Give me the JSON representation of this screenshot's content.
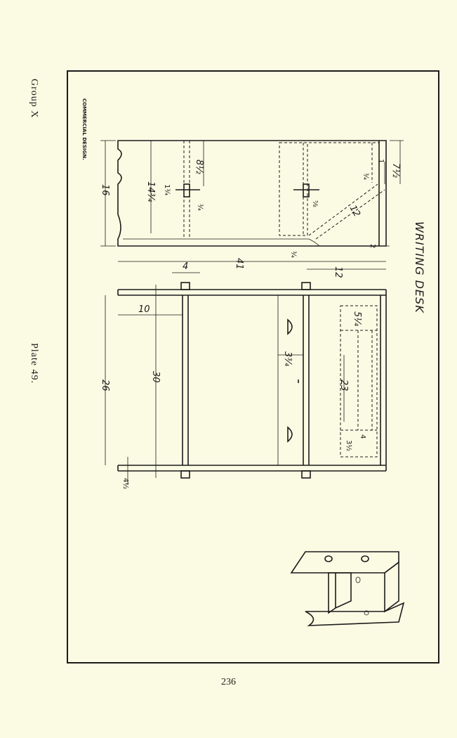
{
  "side_labels": {
    "group": "Group X",
    "plate": "Plate 49."
  },
  "page_number": "236",
  "plate": {
    "title": "WRITING DESK",
    "credit": "COMMERCIAL DESIGN.",
    "dimensions": {
      "length": "41",
      "end_depth": "12",
      "height": "16",
      "height_inner": "14¾",
      "top_width": "26",
      "shelf_width": "30",
      "end_offset": "10",
      "peg_spacing": "4",
      "post_width": "3¾",
      "drawer_width": "23",
      "drawer_top": "5¼",
      "drawer_side": "4",
      "drawer_bottom": "3½",
      "bottom_thickness": "4½",
      "slope": "12",
      "upper_right": "7½",
      "upper_right_small": "1",
      "upper_right_frac": "¾",
      "lower_right": "2",
      "lower_frac": "¾",
      "peg_upper": "8½",
      "peg_frac_a": "1¾",
      "peg_frac_b": "¾",
      "peg_frac_c": "⅝"
    }
  }
}
